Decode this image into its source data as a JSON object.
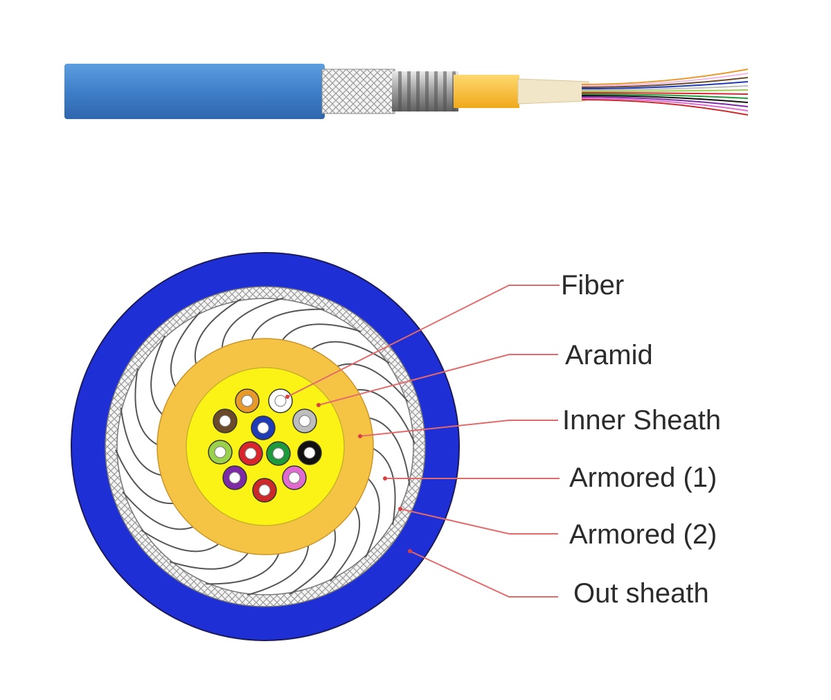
{
  "colors": {
    "outer_sheath": "#1f2fd6",
    "side_cable": "#3f7fc9",
    "aramid": "#f6c445",
    "inner_core": "#fbf216",
    "leader_line": "#e36a6a",
    "label_text": "#2b2b2b"
  },
  "labels": [
    {
      "id": "fiber",
      "text": "Fiber"
    },
    {
      "id": "aramid",
      "text": "Aramid"
    },
    {
      "id": "inner-sheath",
      "text": "Inner Sheath"
    },
    {
      "id": "armored-1",
      "text": "Armored (1)"
    },
    {
      "id": "armored-2",
      "text": "Armored (2)"
    },
    {
      "id": "out-sheath",
      "text": "Out sheath"
    }
  ],
  "fiber_colors": [
    "#e79a2a",
    "#ffffff",
    "#6b4a2a",
    "#1f3bb5",
    "#bdbdbd",
    "#9ad04a",
    "#d9252c",
    "#1e9a3c",
    "#111111",
    "#7d2aa6",
    "#e06bd0",
    "#cc2a2a"
  ]
}
